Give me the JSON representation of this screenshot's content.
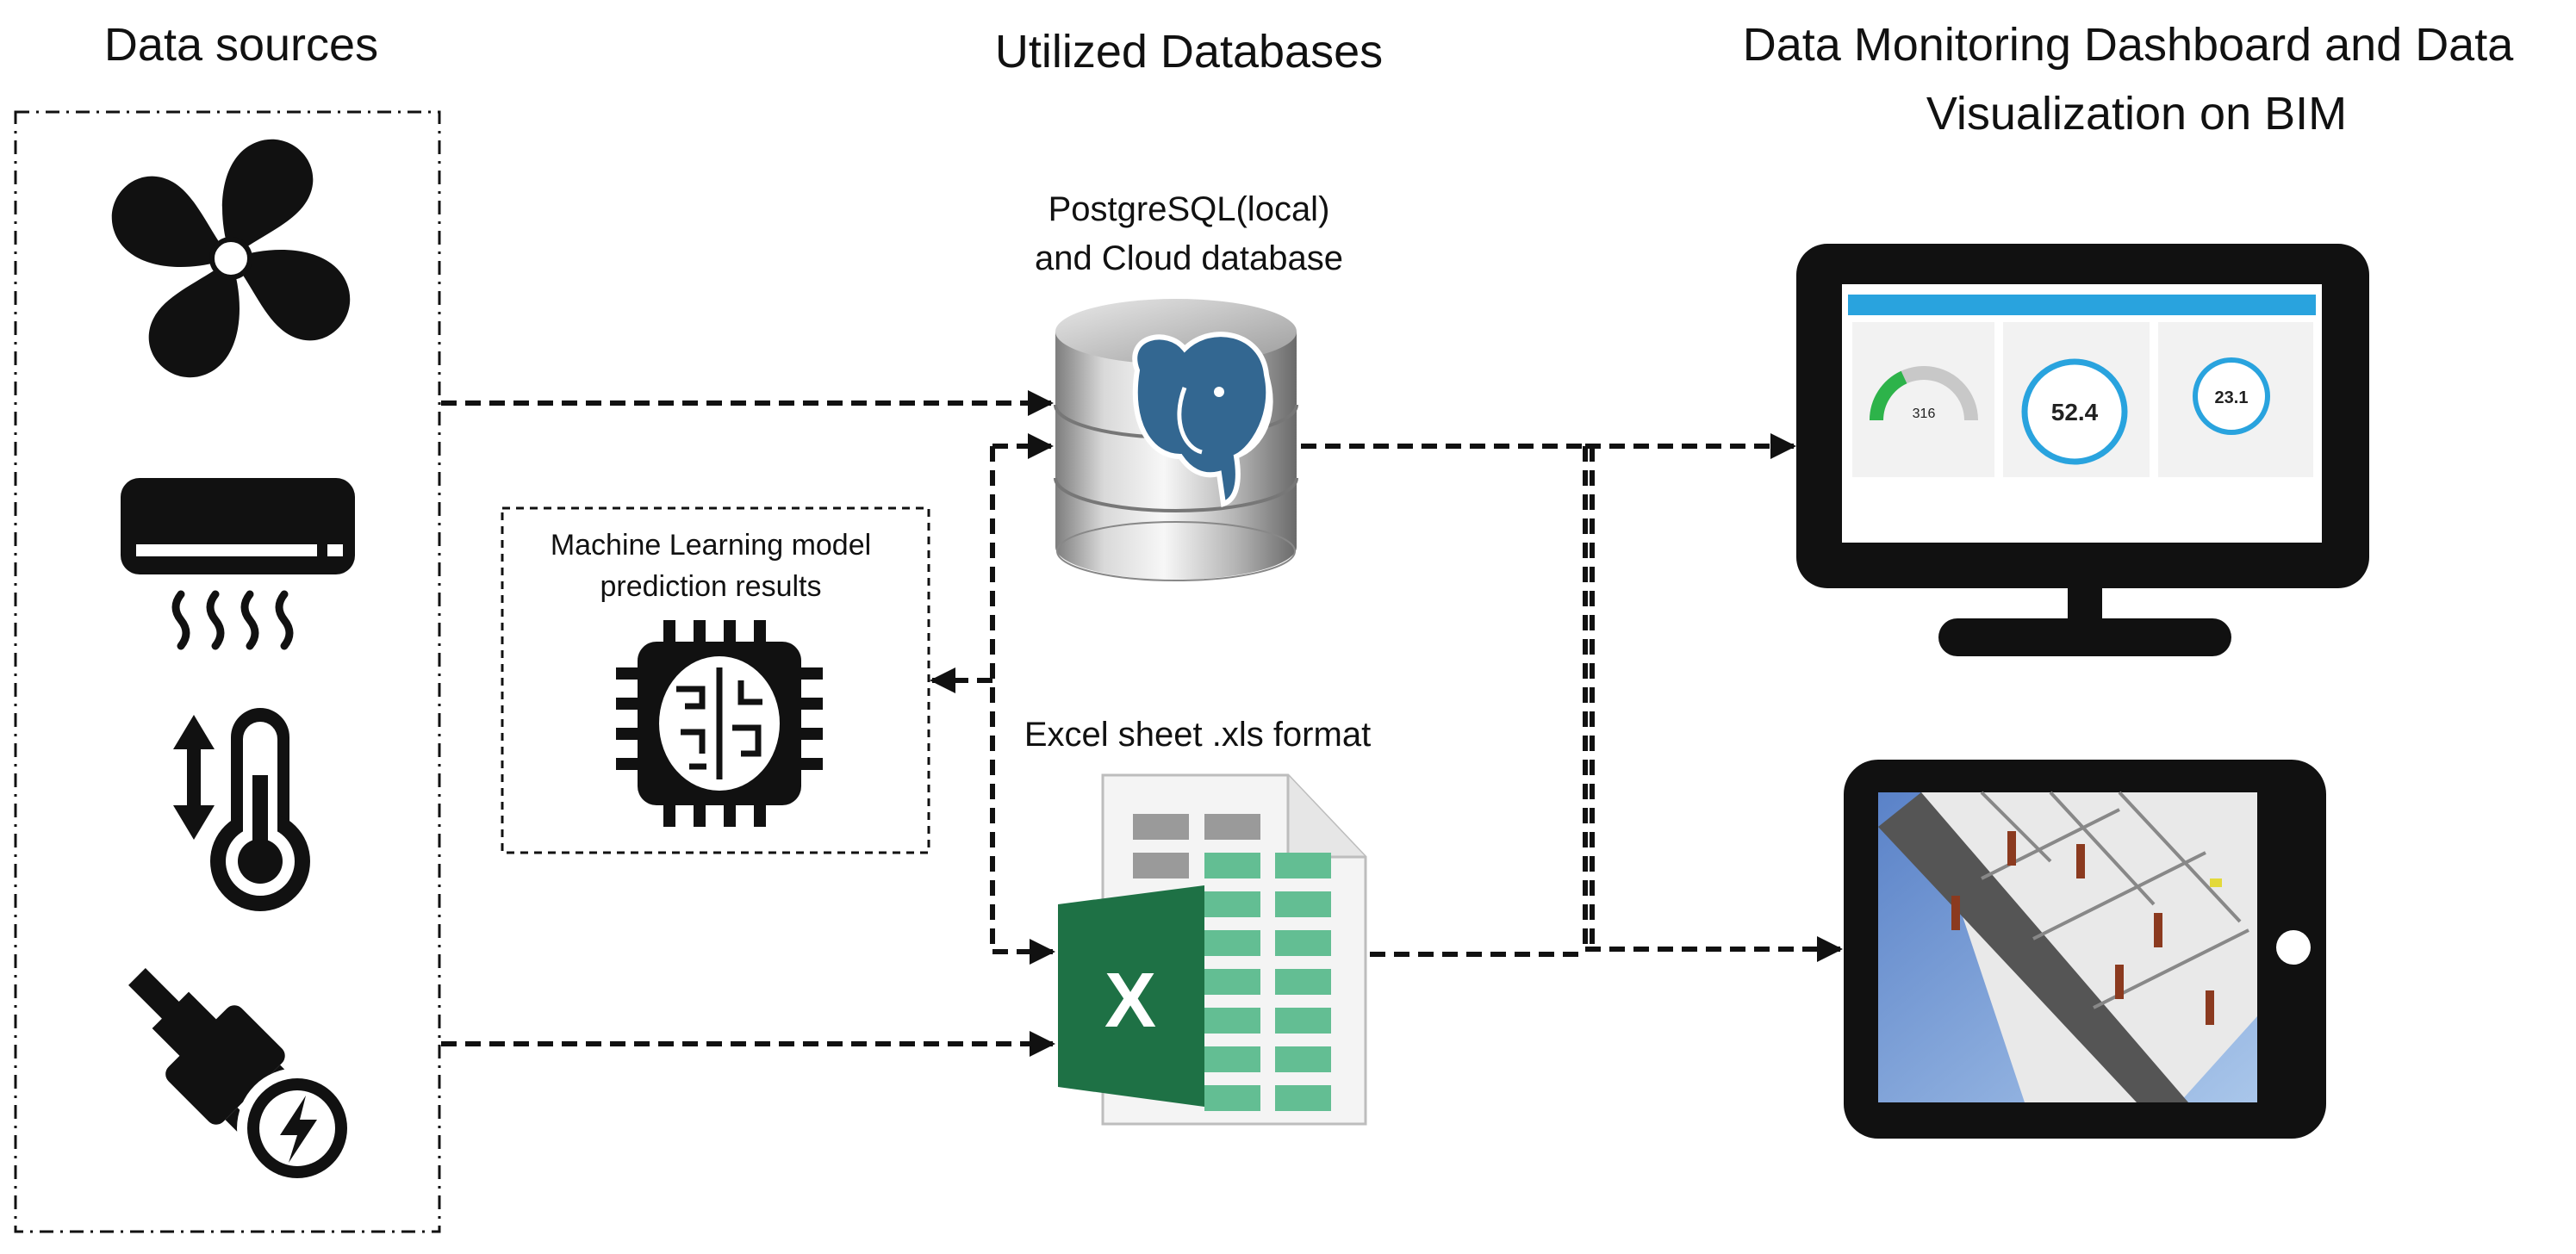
{
  "headings": {
    "data_sources": "Data sources",
    "utilized_databases": "Utilized Databases",
    "dashboard_line1": "Data Monitoring Dashboard and Data",
    "dashboard_line2": "Visualization on BIM"
  },
  "database": {
    "label_line1": "PostgreSQL(local)",
    "label_line2": "and Cloud database"
  },
  "excel": {
    "label": "Excel sheet .xls format",
    "logo_letter": "X"
  },
  "ml": {
    "label_line1": "Machine Learning model",
    "label_line2": "prediction results"
  },
  "dashboard_screen": {
    "gauges": [
      {
        "value": "316"
      },
      {
        "value": "52.4"
      },
      {
        "value": "23.1"
      }
    ]
  },
  "icons": [
    "fan-icon",
    "air-conditioner-icon",
    "thermometer-icon",
    "plug-energy-icon",
    "database-icon",
    "elephant-logo-icon",
    "excel-icon",
    "ai-chip-icon",
    "monitor-icon",
    "tablet-icon"
  ],
  "colors": {
    "arrow": "#111111",
    "excel_green": "#1e7145",
    "cell_green": "#63be93",
    "cell_gray": "#9a9a9a",
    "postgres_blue": "#336791",
    "dashboard_blue": "#29a3de",
    "gauge_green": "#2db34a"
  }
}
